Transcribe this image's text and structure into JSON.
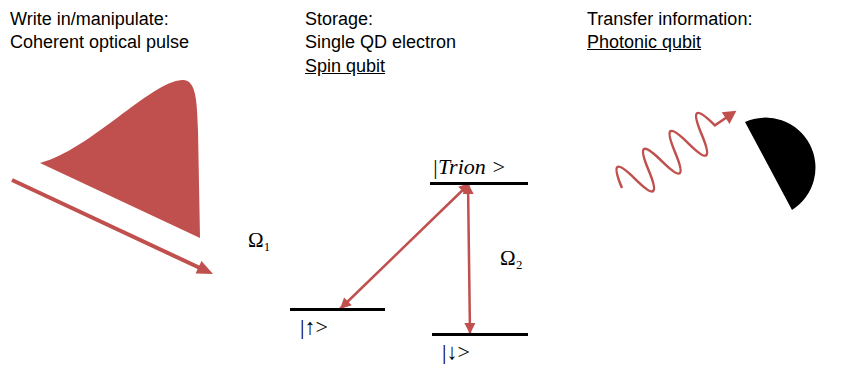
{
  "diagram": {
    "nodes": [
      {
        "text": [
          "|Trion >"
        ]
      },
      {
        "text": [
          "|↑>"
        ]
      },
      {
        "text": [
          "|↓>"
        ]
      }
    ],
    "edges": [
      {
        "from": 1,
        "to": 0,
        "arrow": "both",
        "label": "Ω₁"
      },
      {
        "from": 0,
        "to": 2,
        "arrow": "both",
        "label": "Ω₂"
      }
    ],
    "labels": [
      "Write in/manipulate:",
      "Coherent optical pulse",
      "Storage:",
      "Single QD electron",
      "Spin qubit",
      "Transfer information:",
      "Photonic qubit"
    ]
  }
}
